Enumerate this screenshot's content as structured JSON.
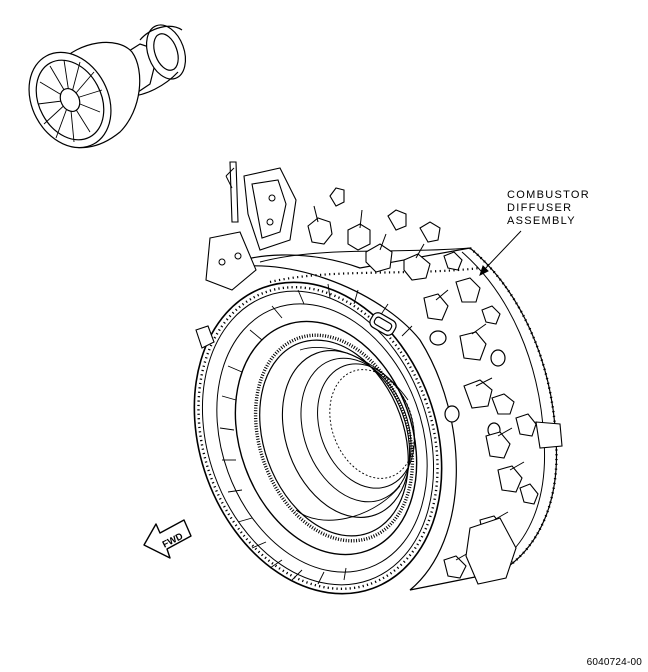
{
  "callout": {
    "line1": "COMBUSTOR",
    "line2": "DIFFUSER",
    "line3": "ASSEMBLY"
  },
  "direction_arrow": {
    "label": "FWD"
  },
  "figure_number": "6040724-00"
}
